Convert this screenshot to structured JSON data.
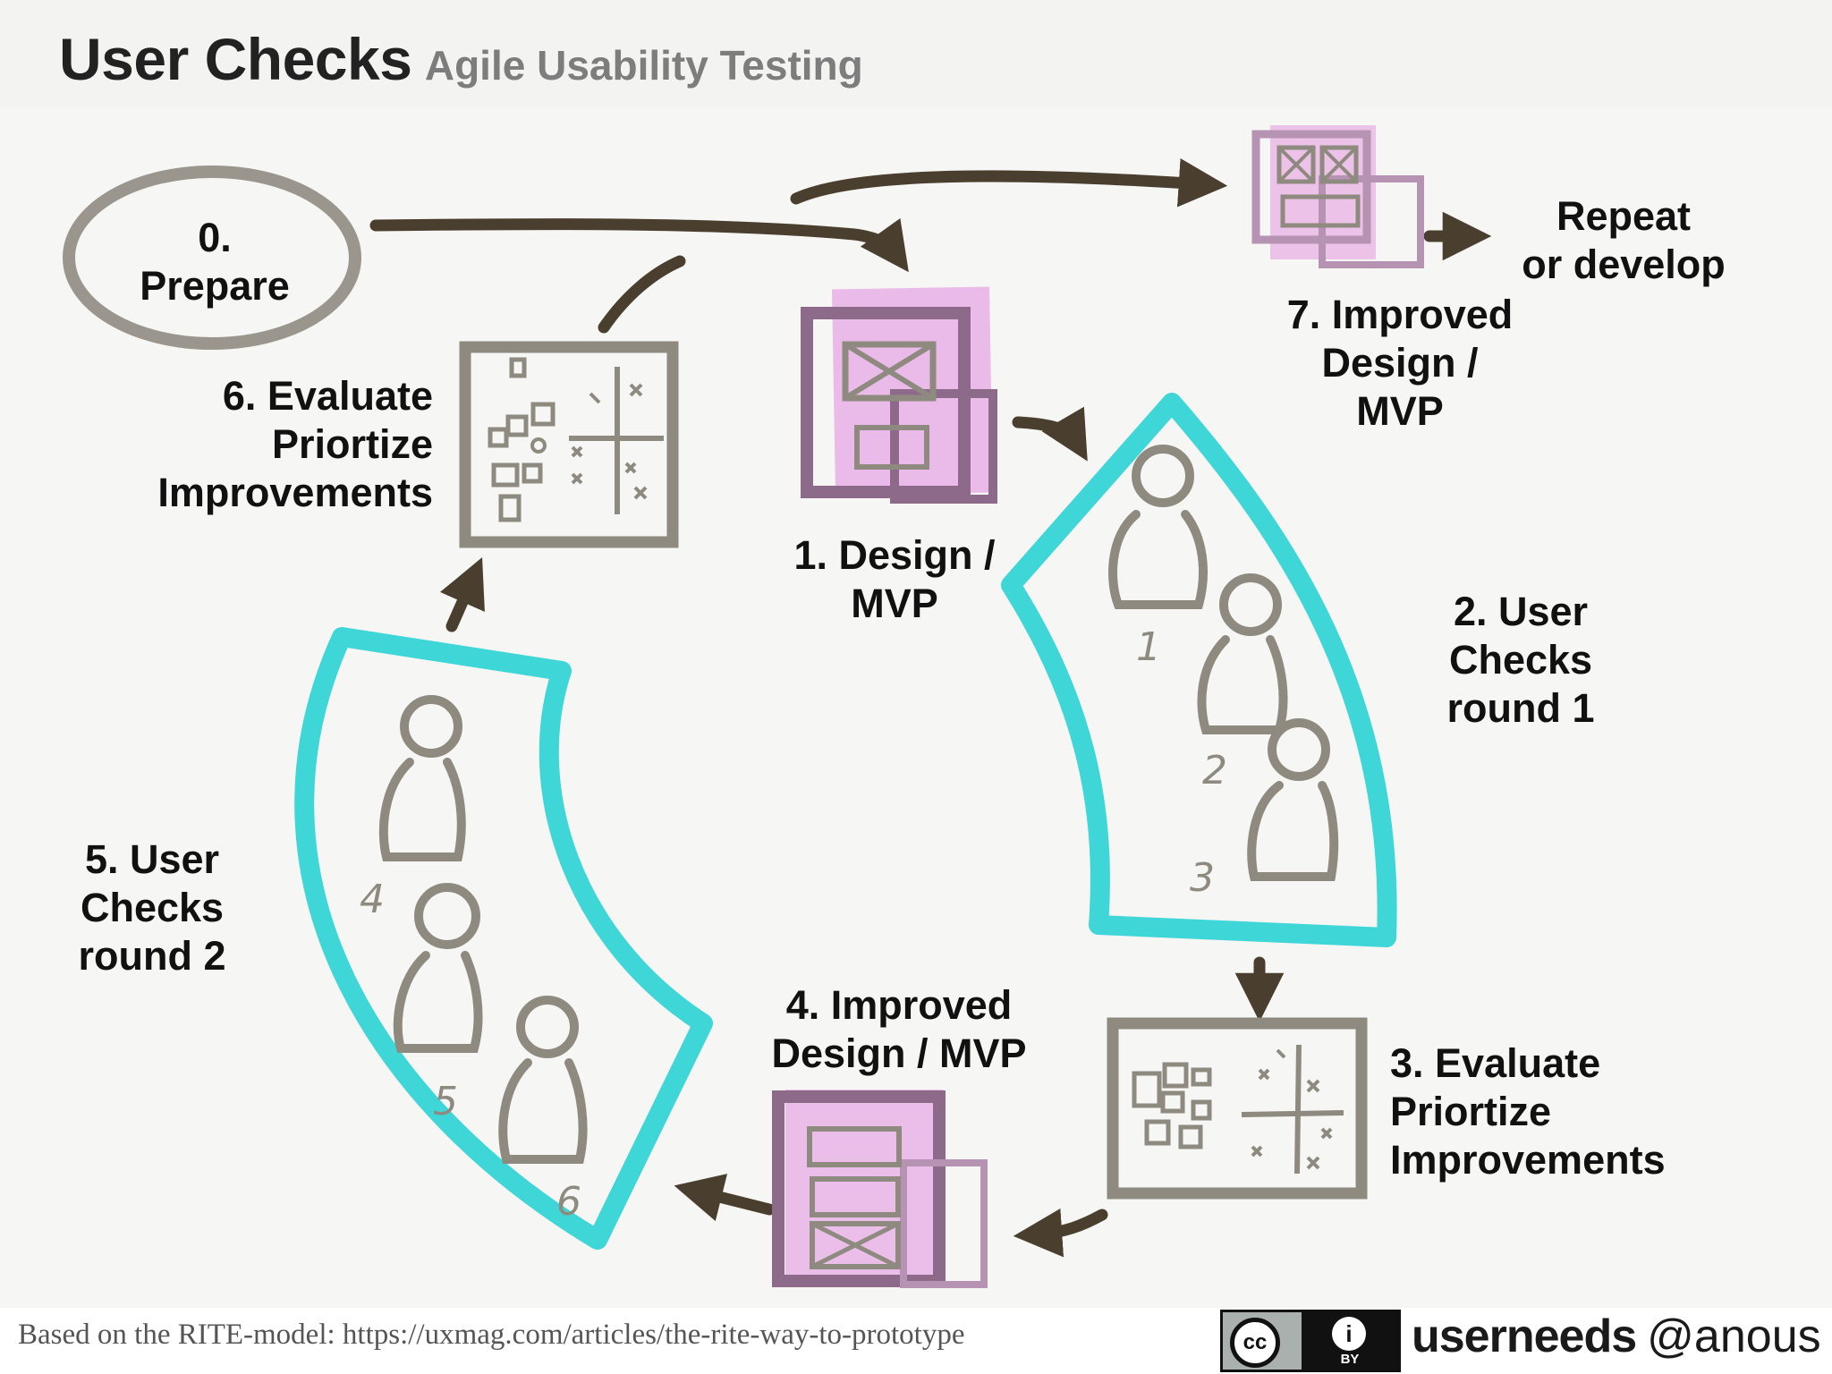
{
  "header": {
    "title": "User Checks",
    "subtitle": "Agile Usability Testing"
  },
  "steps": {
    "prepare": "0.\nPrepare",
    "design": "1. Design /\nMVP",
    "checks1": "2. User\nChecks\nround 1",
    "evaluate3": "3. Evaluate\nPriortize\nImprovements",
    "improved4": "4. Improved\nDesign / MVP",
    "checks2": "5. User\nChecks\nround 2",
    "evaluate6": "6. Evaluate\nPriortize\nImprovements",
    "improved7": "7. Improved\nDesign /\nMVP",
    "repeat": "Repeat\nor develop"
  },
  "user_numbers": [
    "1",
    "2",
    "3",
    "4",
    "5",
    "6"
  ],
  "colors": {
    "arrow": "#4a3f2e",
    "sketch": "#8f8a80",
    "cyan": "#3fd6d8",
    "pink": "#e6a6e4",
    "purple": "#8e6a8a"
  },
  "footer": {
    "note": "Based on the RITE-model: https://uxmag.com/articles/the-rite-way-to-prototype",
    "license_cc": "cc",
    "license_by_icon": "i",
    "license_by": "BY",
    "brand": "userneeds",
    "handle": "@anous"
  }
}
